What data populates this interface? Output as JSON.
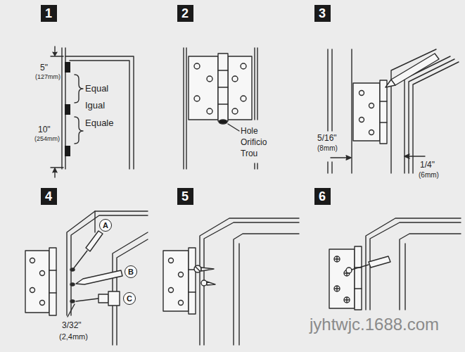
{
  "diagram": {
    "nodes": [
      {
        "text": [
          "1"
        ]
      },
      {
        "text": [
          "2"
        ]
      },
      {
        "text": [
          "3"
        ]
      },
      {
        "text": [
          "4"
        ]
      },
      {
        "text": [
          "5"
        ]
      },
      {
        "text": [
          "6"
        ]
      },
      {
        "text": [
          "A"
        ]
      },
      {
        "text": [
          "B"
        ]
      },
      {
        "text": [
          "C"
        ]
      }
    ],
    "labels": [
      "5\"",
      "(127mm)",
      "Equal",
      "Igual",
      "Equale",
      "10\"",
      "(254mm)",
      "Hole",
      "Orificio",
      "Trou",
      "5/16\"",
      "(8mm)",
      "1/4\"",
      "(6mm)",
      "3/32\"",
      "(2,4mm)",
      "jyhtwjc.1688.com"
    ]
  }
}
